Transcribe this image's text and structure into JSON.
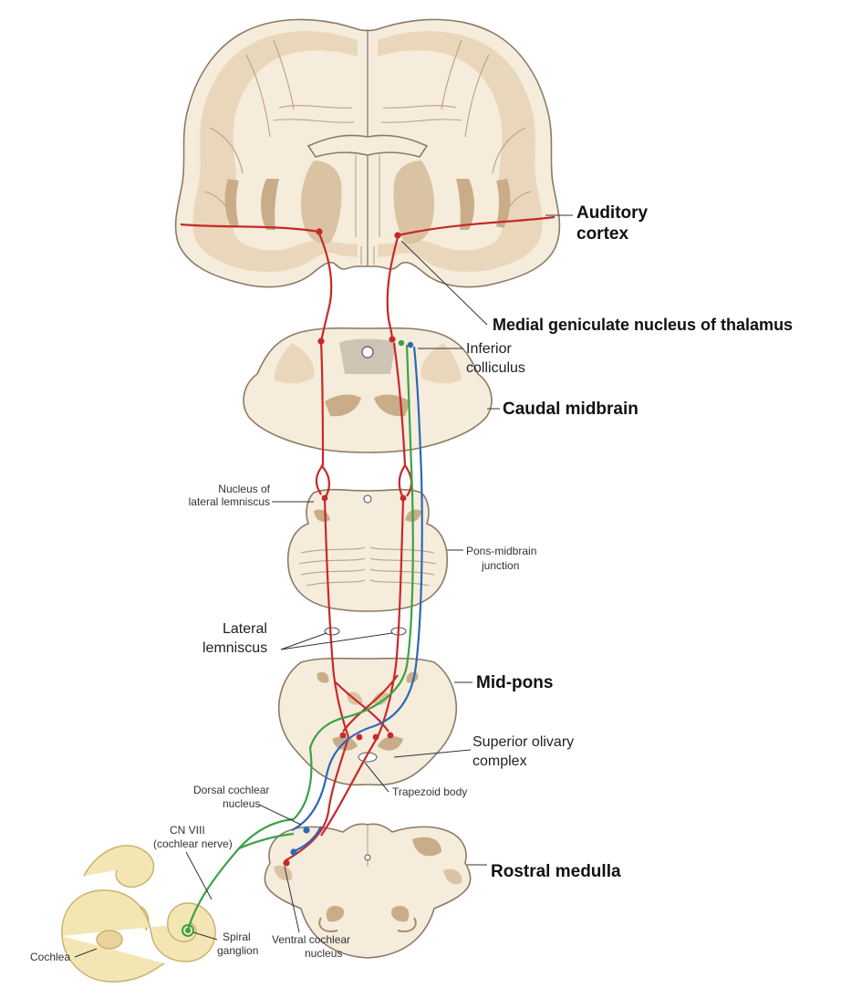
{
  "labels": {
    "auditory_cortex_line1": "Auditory",
    "auditory_cortex_line2": "cortex",
    "mgn": "Medial geniculate nucleus of thalamus",
    "inferior_colliculus_line1": "Inferior",
    "inferior_colliculus_line2": "colliculus",
    "caudal_midbrain": "Caudal midbrain",
    "nll_line1": "Nucleus of",
    "nll_line2": "lateral lemniscus",
    "pmj_line1": "Pons-midbrain",
    "pmj_line2": "junction",
    "lat_lem_line1": "Lateral",
    "lat_lem_line2": "lemniscus",
    "mid_pons": "Mid-pons",
    "soc_line1": "Superior olivary",
    "soc_line2": "complex",
    "trapezoid_body": "Trapezoid body",
    "dcn_line1": "Dorsal cochlear",
    "dcn_line2": "nucleus",
    "cn8_line1": "CN VIII",
    "cn8_line2": "(cochlear nerve)",
    "rostral_medulla": "Rostral medulla",
    "cochlea": "Cochlea",
    "spiral_line1": "Spiral",
    "spiral_line2": "ganglion",
    "vcn_line1": "Ventral cochlear",
    "vcn_line2": "nucleus"
  },
  "colors": {
    "pathway_red": "#c8282a",
    "pathway_green": "#3aa245",
    "pathway_blue": "#2b69b6",
    "tissue": "#f6ecdc",
    "inner_ear": "#f4e6b4"
  }
}
